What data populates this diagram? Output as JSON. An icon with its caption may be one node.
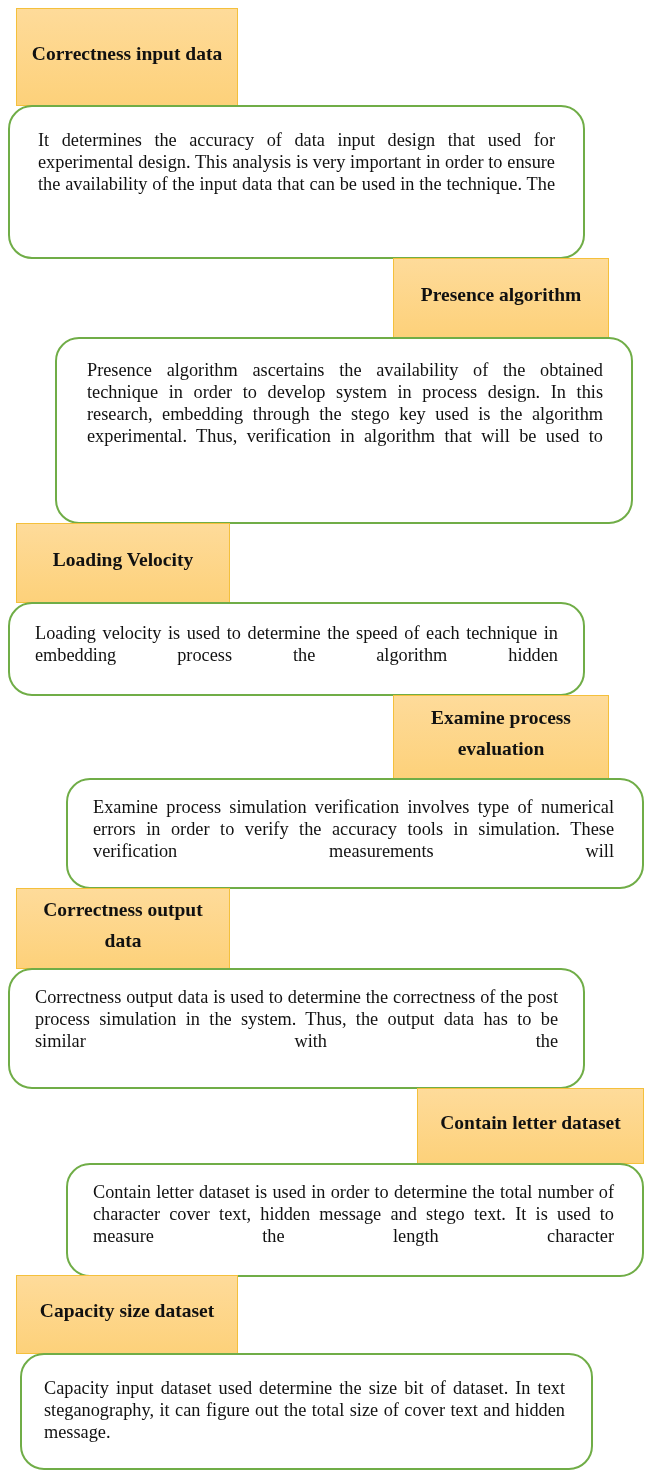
{
  "diagram": {
    "nodes": [
      {
        "text": [
          "Correctness input data"
        ]
      },
      {
        "text": [
          "It determines the accuracy of data input design that used for experimental design. This analysis is very important in order to ensure the availability of the input data that can be used in the technique. The"
        ]
      },
      {
        "text": [
          "Presence algorithm"
        ]
      },
      {
        "text": [
          "Presence algorithm ascertains the availability of the obtained technique in order to develop system in process design. In this research, embedding through the stego key used is the algorithm experimental. Thus, verification in algorithm that will be used to"
        ]
      },
      {
        "text": [
          "Loading Velocity"
        ]
      },
      {
        "text": [
          "Loading velocity is used to determine the speed of each technique in embedding process the algorithm hidden"
        ]
      },
      {
        "text": [
          "Examine process evaluation"
        ]
      },
      {
        "text": [
          "Examine process simulation verification involves type of numerical errors in order to verify the accuracy tools in simulation. These verification measurements will"
        ]
      },
      {
        "text": [
          "Correctness output data"
        ]
      },
      {
        "text": [
          "Correctness output data is used to determine the correctness of the post process simulation in the system. Thus, the output data has to be similar with the"
        ]
      },
      {
        "text": [
          "Contain letter dataset"
        ]
      },
      {
        "text": [
          "Contain letter dataset is used in order to determine the total number of character cover text, hidden message and stego text. It is used to measure the length character"
        ]
      },
      {
        "text": [
          "Capacity size dataset"
        ]
      },
      {
        "text": [
          "Capacity input dataset used determine the size bit of dataset.  In text steganography, it can figure out the total size of cover text and hidden message."
        ]
      }
    ]
  }
}
